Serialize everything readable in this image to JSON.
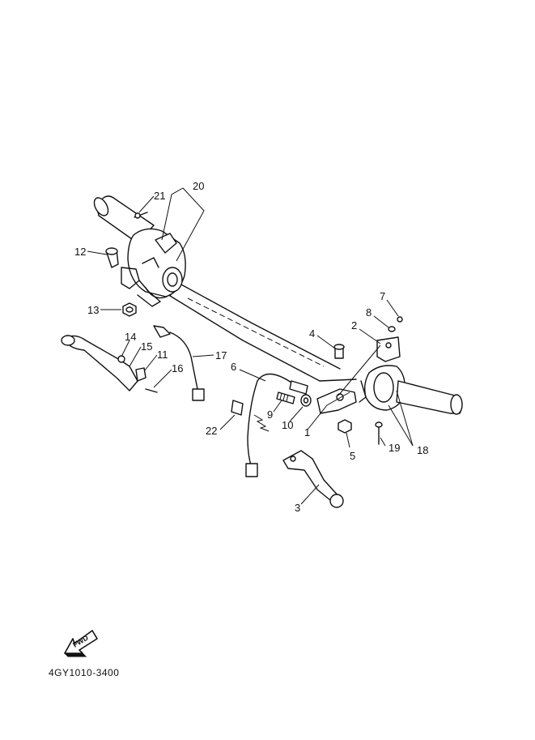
{
  "diagram": {
    "code": "4GY1010-3400",
    "fwd_mark": "FWD",
    "part_labels": [
      {
        "id": "1",
        "text": "1"
      },
      {
        "id": "2",
        "text": "2"
      },
      {
        "id": "3",
        "text": "3"
      },
      {
        "id": "4",
        "text": "4"
      },
      {
        "id": "5",
        "text": "5"
      },
      {
        "id": "6",
        "text": "6"
      },
      {
        "id": "7",
        "text": "7"
      },
      {
        "id": "8",
        "text": "8"
      },
      {
        "id": "9",
        "text": "9"
      },
      {
        "id": "10",
        "text": "10"
      },
      {
        "id": "11",
        "text": "11"
      },
      {
        "id": "12",
        "text": "12"
      },
      {
        "id": "13",
        "text": "13"
      },
      {
        "id": "14",
        "text": "14"
      },
      {
        "id": "15",
        "text": "15"
      },
      {
        "id": "16",
        "text": "16"
      },
      {
        "id": "17",
        "text": "17"
      },
      {
        "id": "18",
        "text": "18"
      },
      {
        "id": "19",
        "text": "19"
      },
      {
        "id": "20",
        "text": "20"
      },
      {
        "id": "21",
        "text": "21"
      },
      {
        "id": "22",
        "text": "22"
      }
    ]
  }
}
